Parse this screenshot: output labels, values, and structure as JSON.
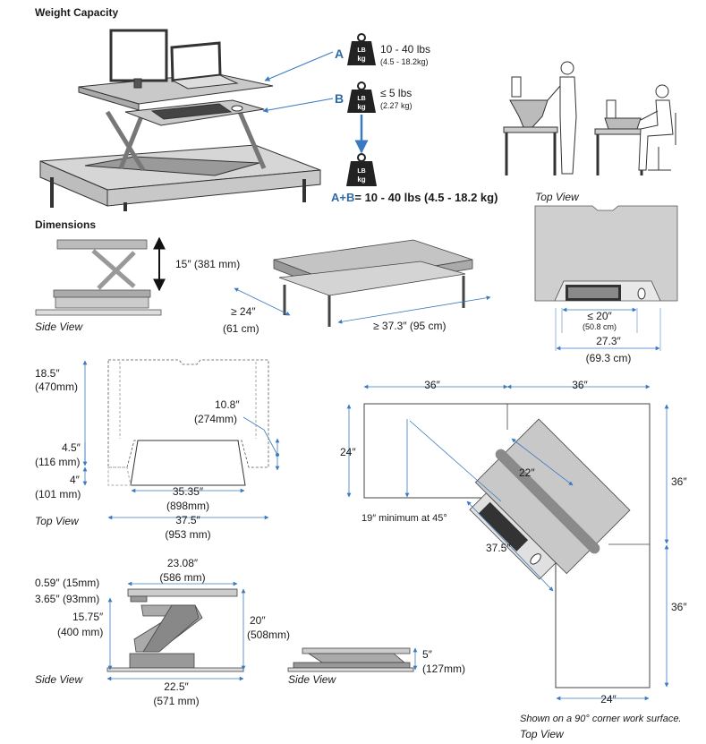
{
  "sections": {
    "weight_capacity": "Weight Capacity",
    "dimensions": "Dimensions"
  },
  "weight": {
    "label_a": "A",
    "label_b": "B",
    "icon_text": [
      "LB",
      "kg"
    ],
    "a_range": "10 - 40 lbs",
    "a_range_metric": "(4.5 - 18.2kg)",
    "b_range": "≤ 5 lbs",
    "b_range_metric": "(2.27 kg)",
    "total_prefix": "A+B",
    "total_value": "= 10 - 40 lbs (4.5 - 18.2 kg)"
  },
  "views": {
    "top_view": "Top View",
    "side_view": "Side View"
  },
  "dims": {
    "side_height": "15″ (381 mm)",
    "depth_min": "≥ 24″",
    "depth_min_mm": "(61 cm)",
    "width_min": "≥ 37.3″ (95 cm)",
    "kb_width": "≤ 20″",
    "kb_width_mm": "(50.8 cm)",
    "top_width": "27.3″",
    "top_width_mm": "(69.3 cm)",
    "d_18_5": "18.5″",
    "d_18_5_mm": "(470mm)",
    "d_10_8": "10.8″",
    "d_10_8_mm": "(274mm)",
    "d_4_5": "4.5″",
    "d_4_5_mm": "(116 mm)",
    "d_4": "4″",
    "d_4_mm": "(101 mm)",
    "d_35_35": "35.35″",
    "d_35_35_mm": "(898mm)",
    "d_37_5": "37.5″",
    "d_37_5_mm": "(953 mm)",
    "d_23_08": "23.08″",
    "d_23_08_mm": "(586 mm)",
    "d_0_59": "0.59″ (15mm)",
    "d_3_65": "3.65″ (93mm)",
    "d_15_75": "15.75″",
    "d_15_75_mm": "(400 mm)",
    "d_20": "20″",
    "d_20_mm": "(508mm)",
    "d_22_5": "22.5″",
    "d_22_5_mm": "(571 mm)",
    "d_5": "5″",
    "d_5_mm": "(127mm)"
  },
  "corner": {
    "w36a": "36″",
    "w36b": "36″",
    "h24": "24″",
    "h36a": "36″",
    "h36b": "36″",
    "d22": "22″",
    "d37_5": "37.5″",
    "bottom24": "24″",
    "min_note": "19″ minimum at 45°",
    "caption": "Shown on a 90° corner work surface.",
    "view": "Top View"
  }
}
